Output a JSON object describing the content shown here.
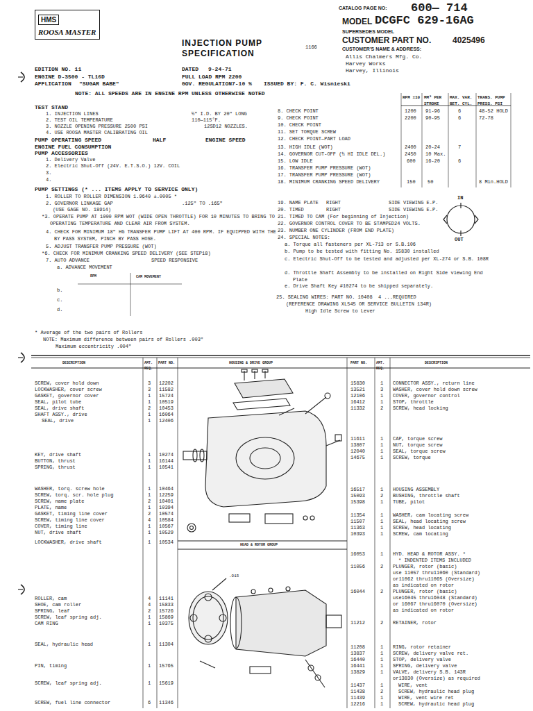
{
  "diagram": {
    "title": "INJECTION PUMP SPECIFICATION",
    "nodes": [
      {
        "text": [
          "HMS",
          "ROOSA MASTER"
        ]
      }
    ],
    "labels": [
      "CATALOG PAGE NO:",
      "600— 714",
      "MODEL",
      "DCGFC 629-16AG",
      "SUPERSEDES MODEL",
      "CUSTOMER PART NO.",
      "4025496",
      "CUSTOMER'S NAME & ADDRESS:",
      "Allis Chalmers Mfg. Co.",
      "Harvey Works",
      "Harvey, Illinois",
      "1166",
      "EDITION NO. 11",
      "DATED",
      "9-24-71",
      "ENGINE D-3500 - TL16D",
      "FULL LOAD RPM 2200",
      "APPLICATION",
      "\"SUGAR BABE\"",
      "GOV. REGULATION7-10 %",
      "ISSUED BY: F. C. Wisnieski",
      "NOTE: ALL SPEEDS ARE IN ENGINE RPM UNLESS OTHERWISE NOTED",
      "RPM ±10",
      "MM³ PER STROKE",
      "MAX. VAR. BET. CYL.",
      "TRANS. PUMP PRESS. PSI",
      "TEST STAND",
      "1. INJECTION LINES",
      "½\" I.D. BY 20\" LONG",
      "2. TEST OIL TEMPERATURE",
      "110—115°F.",
      "3. NOZZLE OPENING PRESSURE  2500 PSI",
      "12SD12 NOZZLES.",
      "4. USE ROOSA MASTER CALIBRATING OIL",
      "PUMP OPERATING SPEED",
      "HALF",
      "ENGINE SPEED",
      "ENGINE FUEL CONSUMPTION",
      "PUMP ACCESSORIES",
      "1. Delivery Valve",
      "2. Electric Shut-Off (24V. E.T.S.O.) 12V. COIL",
      "3.",
      "4.",
      "PUMP SETTINGS (* ... ITEMS APPLY TO SERVICE ONLY)",
      "1. ROLLER TO ROLLER DIMENSION 1.9640 ±.0005 *",
      "2. GOVERNOR LINKAGE GAP",
      ".125\" TO .165\"",
      "(USE GAGE NO. 18914)",
      "*3. OPERATE PUMP AT 1000 RPM WOT (WIDE OPEN THROTTLE) FOR 10 MINUTES TO BRING TO OPERATING TEMPERATURE AND CLEAR AIR FROM SYSTEM.",
      "4. CHECK FOR MINIMUM 18\" HG TRANSFER PUMP LIFT AT 400 RPM. IF EQUIPPED WITH THE BY PASS SYSTEM, PINCH BY PASS HOSE.",
      "5. ADJUST TRANSFER PUMP PRESSURE (WOT)",
      "*6. CHECK FOR MINIMUM CRANKING SPEED DELIVERY (SEE STEP18)",
      "7. AUTO ADVANCE",
      "SPEED RESPONSIVE",
      "a. ADVANCE MOVEMENT",
      "RPM",
      "CAM MOVEMENT",
      "b.",
      "c.",
      "d.",
      "* Average of the two pairs of Rollers",
      "NOTE: Maximum difference between pairs of Rollers .003\"",
      "Maximum eccentricity .004\"",
      "8. CHECK POINT",
      "1200",
      "91-96",
      "6",
      "48-52 HOLD",
      "9. CHECK POINT",
      "2200",
      "90-95",
      "6",
      "72-78",
      "10. CHECK POINT",
      "11. SET TORQUE SCREW",
      "12. CHECK POINT—PART LOAD",
      "13. HIGH IDLE (WOT)",
      "2400",
      "20-24",
      "7",
      "14. GOVERNOR CUT-OFF (½ HI IDLE DEL.)",
      "2450",
      "10 Max.",
      "15. LOW IDLE",
      "600",
      "16-20",
      "6",
      "16. TRANSFER PUMP PRESSURE (WOT)",
      "17. TRANSFER PUMP PRESSURE (WOT)",
      "18. MINIMUM CRANKING SPEED DELIVERY",
      "150",
      "50",
      "8 Min.HOLD",
      "19. NAME PLATE",
      "RIGHT",
      "SIDE VIEWING E.P.",
      "20. TIMED",
      "RIGHT",
      "SIDE VIEWING E.P.",
      "21. TIMED TO CAM (For beginning of Injection)",
      "22. GOVERNOR CONTROL COVER TO BE STAMPED24 VOLTS.",
      "23. NUMBER ONE CYLINDER (FROM END PLATE)",
      "24. SPECIAL NOTES:",
      "a. Torque all fasteners per XL-713 or S.B.106",
      "b. Pump to be tested with fitting No. 15830 installed",
      "c. Electric Shut-Off to be tested and adjusted per XL-274 or S.B. 108R",
      "d. Throttle Shaft Assembly to be installed on Right Side viewing End Plate",
      "e. Drive Shaft Key #10274 to be shipped separately.",
      "25. SEALING WIRES: PART NO. 10408",
      "4 ...REQUIRED",
      "(REFERENCE DRAWING XL545 OR SERVICE BULLETIN 134R)",
      "High Idle Screw to Lever",
      "IN",
      "OUT",
      "DESCRIPTION",
      "AMT. REQ.",
      "PART NO.",
      "HOUSING & DRIVE GROUP",
      "PART NO.",
      "AMT. REQ.",
      "DESCRIPTION",
      "SCREW, cover hold down",
      "3",
      "12202",
      "LOCKWASHER, cover screw",
      "3",
      "11582",
      "GASKET, governor cover",
      "1",
      "15724",
      "SEAL, pilot tube",
      "1",
      "10519",
      "SEAL, drive shaft",
      "2",
      "10453",
      "SHAFT ASSY., drive",
      "1",
      "16064",
      "SEAL, drive",
      "1",
      "12406",
      "KEY, drive shaft",
      "1",
      "10274",
      "BUTTON, thrust",
      "1",
      "16144",
      "SPRING, thrust",
      "1",
      "10541",
      "WASHER, torq. screw hole",
      "1",
      "10464",
      "SCREW, torq. scr. hole plug",
      "1",
      "12259",
      "SCREW, name plate",
      "2",
      "10401",
      "PLATE, name",
      "1",
      "10394",
      "GASKET, timing line cover",
      "2",
      "10574",
      "SCREW, timing line cover",
      "4",
      "10584",
      "COVER, timing line",
      "1",
      "10567",
      "NUT, drive shaft",
      "1",
      "10529",
      "LOCKWASHER, drive shaft",
      "1",
      "10534",
      "15830",
      "1",
      "CONNECTOR ASSY., return line",
      "13521",
      "3",
      "WASHER, cover hold down screw",
      "12106",
      "1",
      "COVER, governor control",
      "16412",
      "1",
      "STOP, throttle",
      "11332",
      "2",
      "SCREW, head locking",
      "11611",
      "1",
      "CAP, torque screw",
      "13807",
      "1",
      "NUT, torque screw",
      "12040",
      "1",
      "SEAL, torque screw",
      "14675",
      "1",
      "SCREW, torque",
      "16517",
      "1",
      "HOUSING ASSEMBLY",
      "15093",
      "2",
      "BUSHING, throttle shaft",
      "15398",
      "1",
      "TUBE, pilot",
      "11354",
      "1",
      "WASHER, cam locating screw",
      "11507",
      "1",
      "SEAL, head locating screw",
      "11363",
      "1",
      "SCREW, head locating",
      "10393",
      "1",
      "SCREW, cam locating",
      "HEAD & ROTOR GROUP",
      "16053",
      "1",
      "HYD. HEAD & ROTOR ASSY. *",
      "* INDENTED ITEMS INCLUDED",
      "11056",
      "2",
      "PLUNGER, rotor (basic)",
      "use 11057 thru11060 (Standard)",
      "or11062 thru11065 (Oversize)",
      "as indicated on rotor",
      "16044",
      "2",
      "PLUNGER, rotor (basic)",
      "use16045 thru16048 (Standard)",
      "or 16067 thru16070 (Oversize)",
      "as indicated on rotor",
      "11212",
      "2",
      "RETAINER, rotor",
      "11208",
      "1",
      "RING, rotor retainer",
      "13837",
      "1",
      "SCREW, delivery valve ret.",
      "16440",
      "1",
      "STOP, delivery valve",
      "16441",
      "1",
      "SPRING, delivery valve",
      "13829",
      "1",
      "VALVE, delivery S.B. 143R",
      "or13830 (Oversize) as required",
      "11437",
      "1",
      "WIRE, vent",
      "11438",
      "2",
      "SCREW, hydraulic head plug",
      "11439",
      "1",
      "WIRE, vent wire ret",
      "12216",
      "1",
      "SCREW, hydraulic head plug",
      "ROLLER, cam",
      "4",
      "11141",
      "SHOE, cam roller",
      "4",
      "15833",
      "SPRING, leaf",
      "2",
      "15726",
      "SCREW, leaf spring adj.",
      "1",
      "15869",
      "CAM RING",
      "1",
      "10375",
      "SEAL, hydraulic head",
      "1",
      "11304",
      "PIN, timing",
      "1",
      "15765",
      "SCREW, leaf spring adj.",
      "1",
      "15619",
      "SCREW, fuel line connector",
      "6",
      "11346",
      ".015"
    ]
  }
}
